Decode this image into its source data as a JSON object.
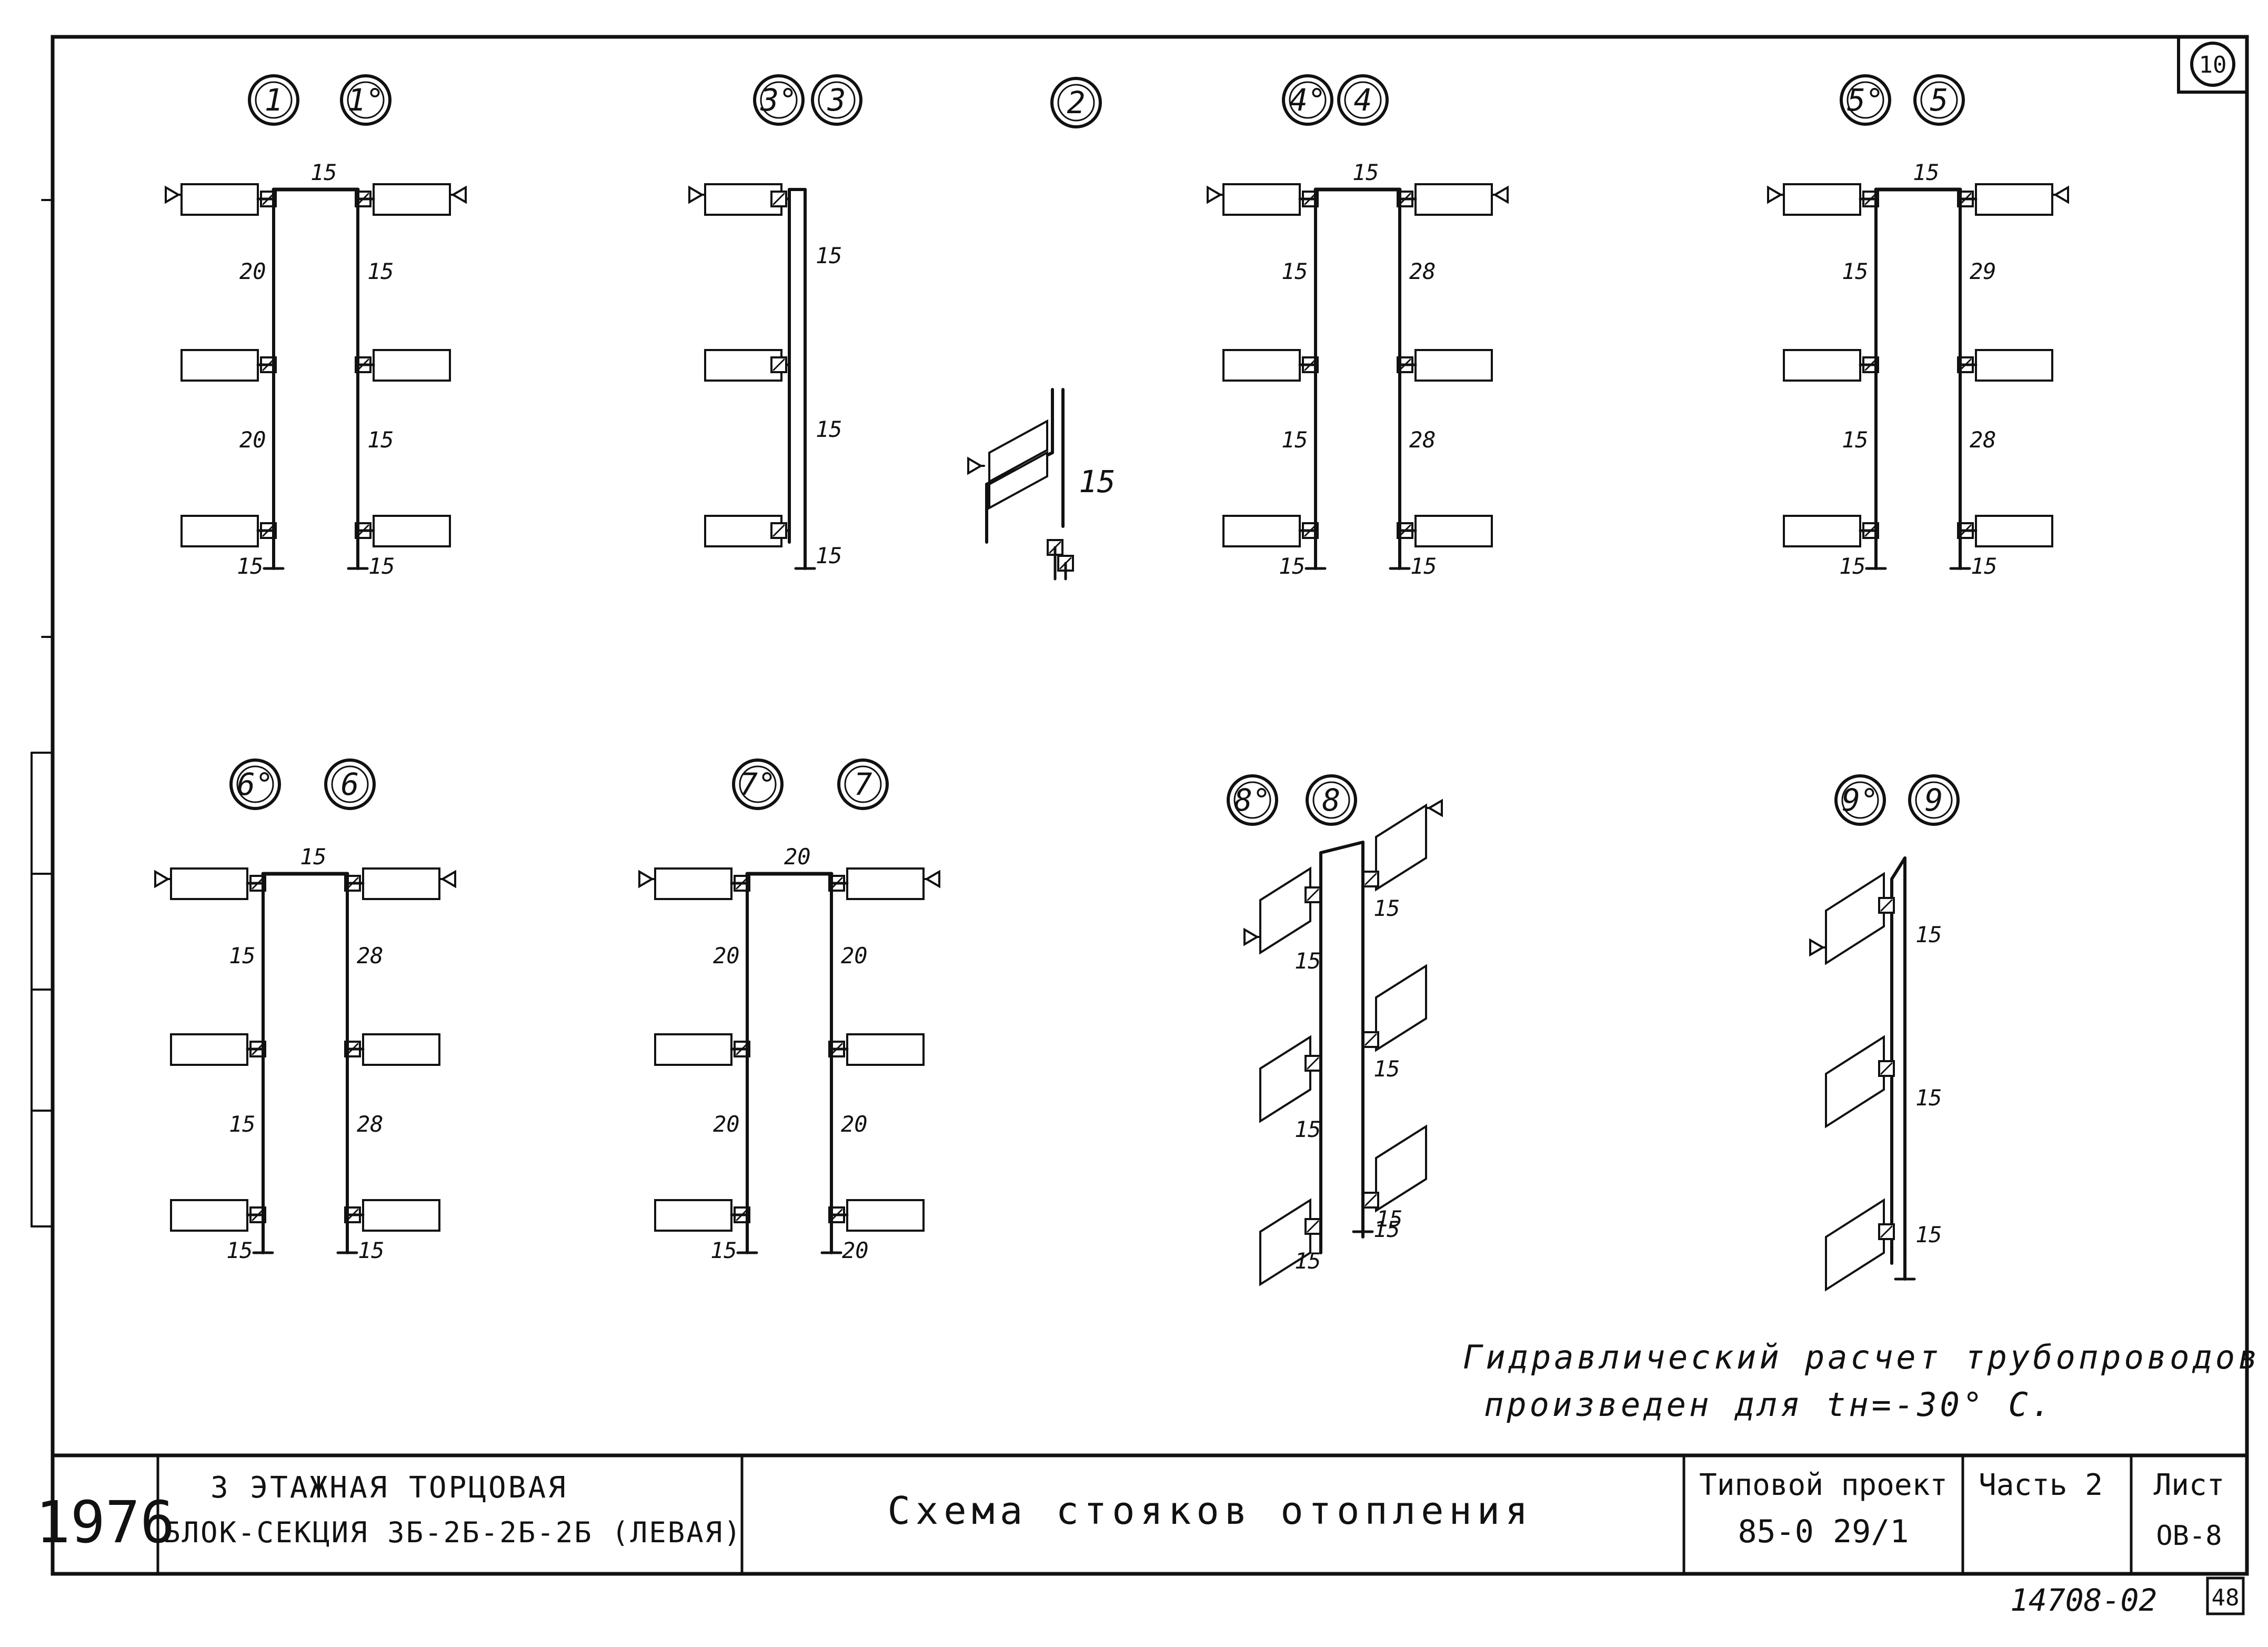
{
  "sheet_number": "10",
  "risers": [
    {
      "labels": [
        "1",
        "1°"
      ]
    },
    {
      "labels": [
        "3°",
        "3"
      ]
    },
    {
      "labels": [
        "2"
      ]
    },
    {
      "labels": [
        "4°",
        "4"
      ]
    },
    {
      "labels": [
        "5°",
        "5"
      ]
    },
    {
      "labels": [
        "6°",
        "6"
      ]
    },
    {
      "labels": [
        "7°",
        "7"
      ]
    },
    {
      "labels": [
        "8°",
        "8"
      ]
    },
    {
      "labels": [
        "9°",
        "9"
      ]
    }
  ],
  "dimensions": {
    "r1": [
      "15",
      "20",
      "15",
      "20",
      "15",
      "15",
      "15"
    ],
    "r3": [
      "15",
      "15",
      "15"
    ],
    "r2": [
      "15"
    ],
    "r4": [
      "15",
      "15",
      "28",
      "15",
      "28",
      "15",
      "15"
    ],
    "r5": [
      "15",
      "15",
      "29",
      "15",
      "28",
      "15",
      "15"
    ],
    "r6": [
      "15",
      "15",
      "28",
      "15",
      "28",
      "15",
      "15"
    ],
    "r7": [
      "20",
      "20",
      "20",
      "20",
      "20",
      "15",
      "20"
    ],
    "r8": [
      "15",
      "15",
      "15",
      "15",
      "15",
      "15",
      "15"
    ],
    "r9": [
      "15",
      "15",
      "15"
    ]
  },
  "note": {
    "line1": "Гидравлический расчет трубопроводов",
    "line2": "произведен для tн=-30° С."
  },
  "title_block": {
    "year": "1976",
    "building_line1": "3 ЭТАЖНАЯ ТОРЦОВАЯ",
    "building_line2": "БЛОК-СЕКЦИЯ 3Б-2Б-2Б-2Б (ЛЕВАЯ)",
    "drawing_title": "Схема стояков отопления",
    "project_label": "Типовой проект",
    "project_number": "85-0 29/1",
    "part_label": "Часть 2",
    "sheet_label": "Лист",
    "sheet_code": "ОВ-8"
  },
  "footer": {
    "archive_number": "14708-02",
    "page_number": "48"
  }
}
